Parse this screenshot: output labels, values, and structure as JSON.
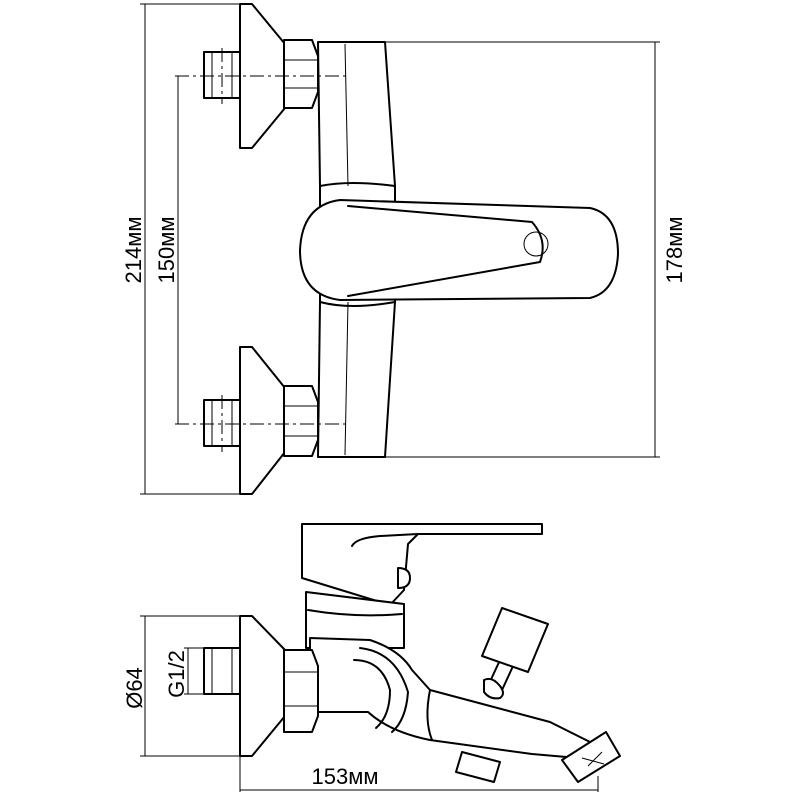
{
  "dimensions": {
    "total_height": "214мм",
    "center_distance": "150мм",
    "body_height": "178мм",
    "flange_diameter": "Ø64",
    "thread": "G1/2",
    "projection": "153мм"
  }
}
